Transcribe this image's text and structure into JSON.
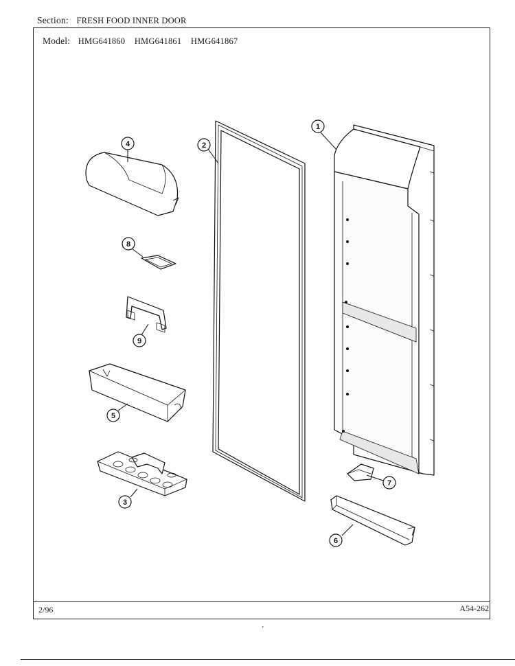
{
  "header": {
    "section_label": "Section:",
    "section_value": "FRESH FOOD INNER DOOR",
    "model_label": "Model:",
    "models": [
      "HMG641860",
      "HMG641861",
      "HMG641867"
    ]
  },
  "footer": {
    "date": "2/96",
    "reference": "A54-262",
    "tick": "'"
  },
  "callouts": [
    "1",
    "2",
    "3",
    "4",
    "5",
    "6",
    "7",
    "8",
    "9"
  ],
  "parts": [
    {
      "callout": "1",
      "part": "inner-door-liner"
    },
    {
      "callout": "2",
      "part": "door-gasket"
    },
    {
      "callout": "3",
      "part": "egg-tray"
    },
    {
      "callout": "4",
      "part": "dairy-compartment-door"
    },
    {
      "callout": "5",
      "part": "door-shelf"
    },
    {
      "callout": "6",
      "part": "lower-door-shelf"
    },
    {
      "callout": "7",
      "part": "shelf-bracket"
    },
    {
      "callout": "8",
      "part": "small-tray"
    },
    {
      "callout": "9",
      "part": "shelf-retainer"
    }
  ]
}
